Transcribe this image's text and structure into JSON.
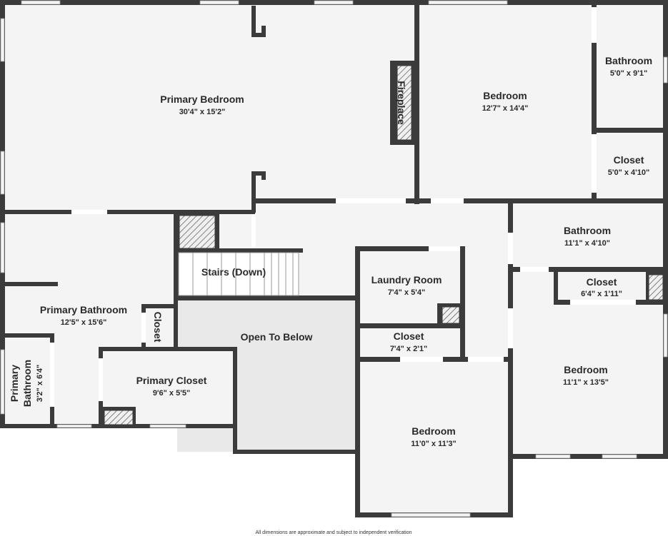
{
  "rooms": {
    "primary_bedroom": {
      "name": "Primary Bedroom",
      "dim": "30'4\" x 15'2\""
    },
    "fireplace": {
      "name": "Fireplace"
    },
    "bedroom_1": {
      "name": "Bedroom",
      "dim": "12'7\" x 14'4\""
    },
    "bathroom_1": {
      "name": "Bathroom",
      "dim": "5'0\" x 9'1\""
    },
    "closet_1": {
      "name": "Closet",
      "dim": "5'0\" x 4'10\""
    },
    "bathroom_2": {
      "name": "Bathroom",
      "dim": "11'1\" x 4'10\""
    },
    "closet_2": {
      "name": "Closet",
      "dim": "6'4\" x 1'11\""
    },
    "bedroom_2": {
      "name": "Bedroom",
      "dim": "11'1\" x 13'5\""
    },
    "stairs": {
      "name": "Stairs (Down)"
    },
    "primary_bathroom": {
      "name": "Primary Bathroom",
      "dim": "12'5\" x 15'6\""
    },
    "closet_small": {
      "name": "Closet"
    },
    "primary_bathroom_small": {
      "line1": "Primary",
      "line2": "Bathroom",
      "dim": "3'2\" x 6'4\""
    },
    "primary_closet": {
      "name": "Primary Closet",
      "dim": "9'6\" x 5'5\""
    },
    "open_to_below": {
      "name": "Open To Below"
    },
    "laundry_room": {
      "name": "Laundry Room",
      "dim": "7'4\" x 5'4\""
    },
    "closet_3": {
      "name": "Closet",
      "dim": "7'4\" x 2'1\""
    },
    "bedroom_3": {
      "name": "Bedroom",
      "dim": "11'0\" x 11'3\""
    }
  },
  "footer": {
    "disclaimer": "All dimensions are approximate and subject to independent verification"
  },
  "colors": {
    "wall": "#3b3b3b",
    "floor": "#f4f4f4",
    "open_area": "#e9e9e9"
  }
}
